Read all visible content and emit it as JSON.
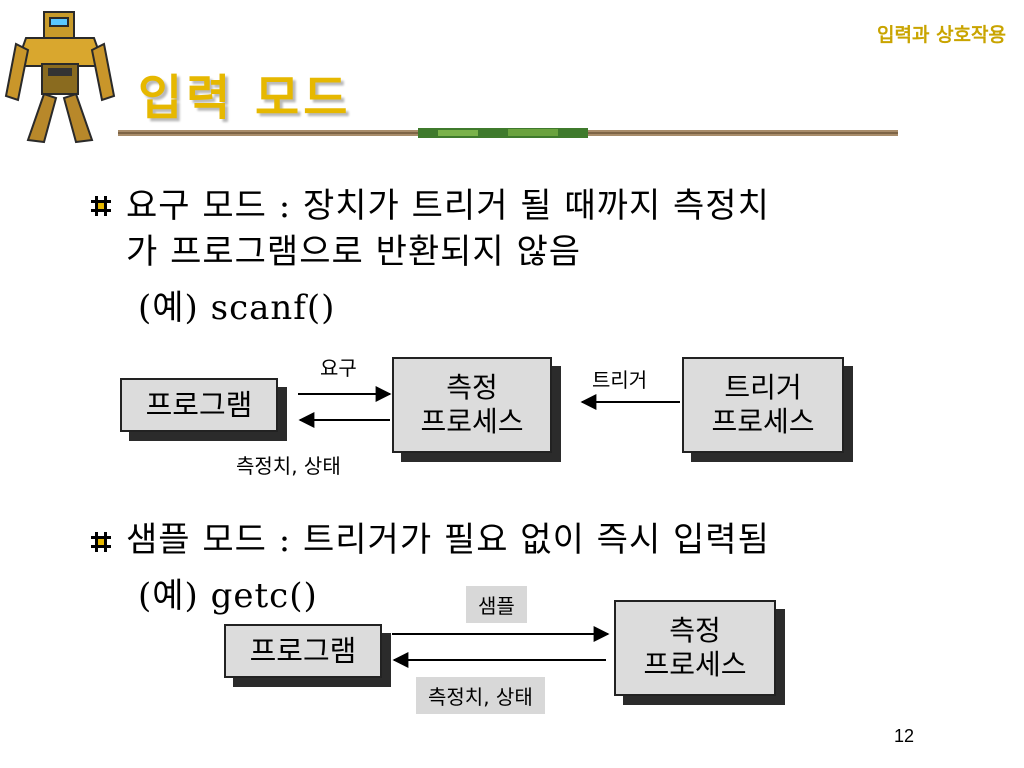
{
  "header": {
    "section_label": "입력과 상호작용",
    "title": "입력 모드"
  },
  "bullets": [
    {
      "lines": [
        "요구 모드 : 장치가 트리거 될 때까지 측정치",
        "가 프로그램으로 반환되지 않음"
      ],
      "example": "(예) scanf()"
    },
    {
      "lines": [
        "샘플 모드 : 트리거가 필요 없이 즉시 입력됨"
      ],
      "example": "(예) getc()"
    }
  ],
  "diagram_request": {
    "program": "프로그램",
    "measure_process": [
      "측정",
      "프로세스"
    ],
    "trigger_process": [
      "트리거",
      "프로세스"
    ],
    "label_request": "요구",
    "label_trigger": "트리거",
    "label_result": "측정치, 상태"
  },
  "diagram_sample": {
    "program": "프로그램",
    "measure_process": [
      "측정",
      "프로세스"
    ],
    "label_sample": "샘플",
    "label_result": "측정치, 상태"
  },
  "footer": {
    "page_number": "12"
  },
  "colors": {
    "title": "#e6b800",
    "header_label": "#c9a400",
    "box_fill": "#dcdcdc",
    "box_shadow": "#2b2b2b"
  }
}
